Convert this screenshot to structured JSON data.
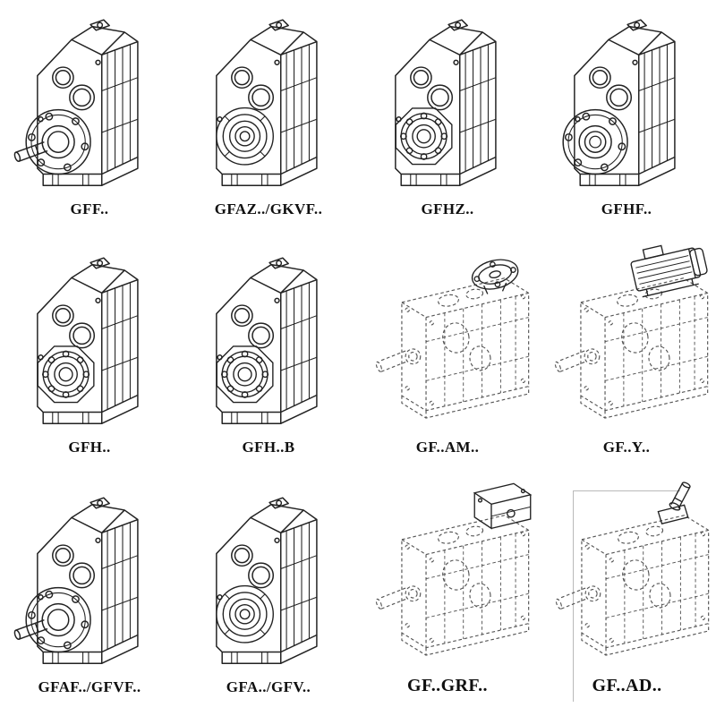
{
  "page": {
    "background": "#ffffff",
    "line_color": "#222222",
    "dashed_line_color": "#555555"
  },
  "catalog": {
    "cells": [
      {
        "label": "GFF..",
        "drawing": "gearbox-output-flange-with-shaft-icon",
        "style": "solid"
      },
      {
        "label": "GFAZ../GKVF..",
        "drawing": "gearbox-hollow-bore-icon",
        "style": "solid"
      },
      {
        "label": "GFHZ..",
        "drawing": "gearbox-bearing-bore-icon",
        "style": "solid"
      },
      {
        "label": "GFHF..",
        "drawing": "gearbox-output-flange-icon",
        "style": "solid"
      },
      {
        "label": "GFH..",
        "drawing": "gearbox-bearing-bore-icon",
        "style": "solid"
      },
      {
        "label": "GFH..B",
        "drawing": "gearbox-bearing-bore-icon",
        "style": "solid"
      },
      {
        "label": "GF..AM..",
        "drawing": "gearbox-dashed-input-flange-icon",
        "style": "dashed"
      },
      {
        "label": "GF..Y..",
        "drawing": "gearbox-dashed-motor-icon",
        "style": "dashed"
      },
      {
        "label": "GFAF../GFVF..",
        "drawing": "gearbox-output-flange-with-shaft-icon",
        "style": "solid"
      },
      {
        "label": "GFA../GFV..",
        "drawing": "gearbox-hollow-bore-icon",
        "style": "solid"
      },
      {
        "label": "GF..GRF..",
        "drawing": "gearbox-dashed-input-box-icon",
        "style": "dashed"
      },
      {
        "label": "GF..AD..",
        "drawing": "gearbox-dashed-input-shaft-icon",
        "style": "dashed"
      }
    ]
  }
}
